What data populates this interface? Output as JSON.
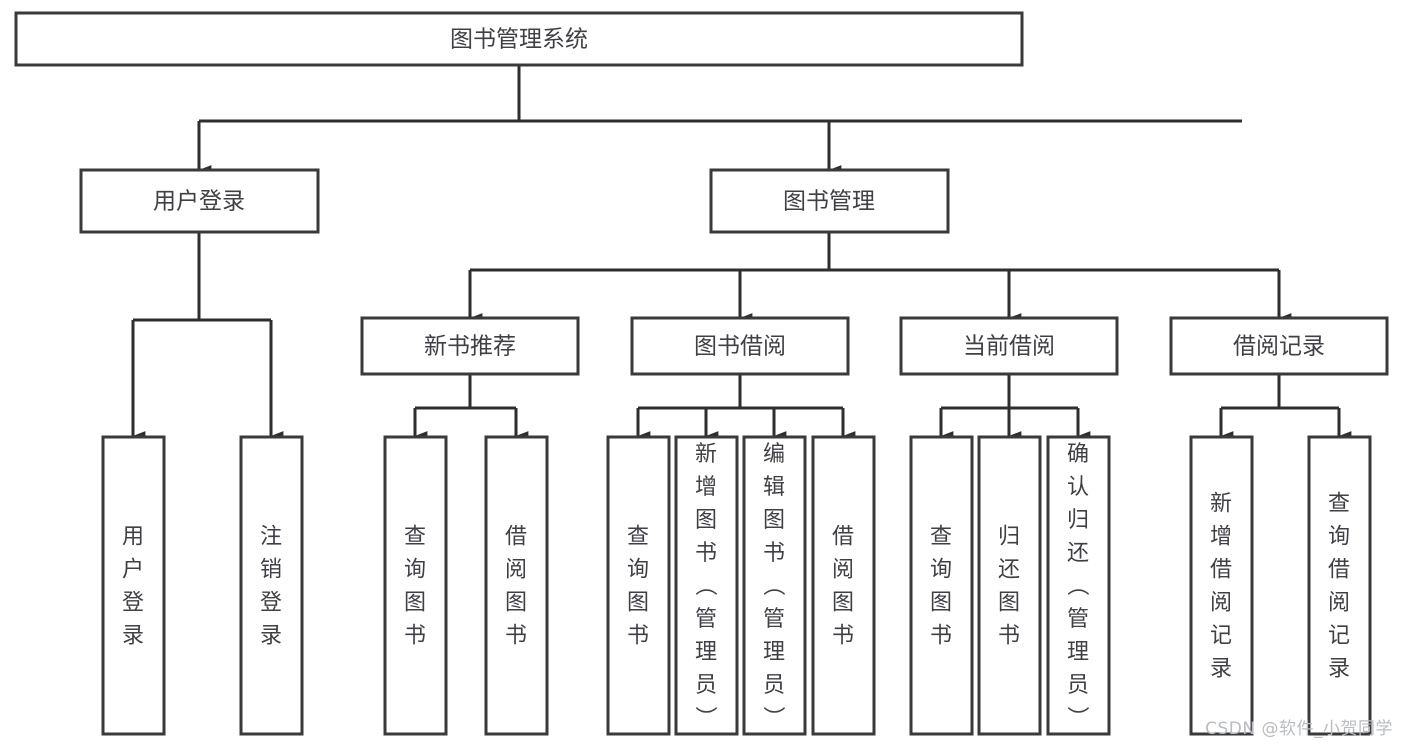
{
  "diagram": {
    "title_node": {
      "label": "图书管理系统"
    },
    "level2": [
      {
        "id": "user-login",
        "label": "用户登录"
      },
      {
        "id": "book-management",
        "label": "图书管理"
      }
    ],
    "level3": [
      {
        "id": "new-book-recommend",
        "label": "新书推荐"
      },
      {
        "id": "book-borrow",
        "label": "图书借阅"
      },
      {
        "id": "current-borrow",
        "label": "当前借阅"
      },
      {
        "id": "borrow-record",
        "label": "借阅记录"
      }
    ],
    "leaves": [
      {
        "id": "leaf-user-login",
        "label": "用户登录"
      },
      {
        "id": "leaf-logout-login",
        "label": "注销登录"
      },
      {
        "id": "leaf-query-book-1",
        "label": "查询图书"
      },
      {
        "id": "leaf-borrow-book-1",
        "label": "借阅图书"
      },
      {
        "id": "leaf-query-book-2",
        "label": "查询图书"
      },
      {
        "id": "leaf-add-book-admin",
        "label": "新增图书（管理员）"
      },
      {
        "id": "leaf-edit-book-admin",
        "label": "编辑图书（管理员）"
      },
      {
        "id": "leaf-borrow-book-2",
        "label": "借阅图书"
      },
      {
        "id": "leaf-query-book-3",
        "label": "查询图书"
      },
      {
        "id": "leaf-return-book",
        "label": "归还图书"
      },
      {
        "id": "leaf-confirm-return-admin",
        "label": "确认归还（管理员）"
      },
      {
        "id": "leaf-add-borrow-record",
        "label": "新增借阅记录"
      },
      {
        "id": "leaf-query-borrow-record",
        "label": "查询借阅记录"
      }
    ],
    "colors": {
      "box_stroke": "#3a3a3a",
      "box_fill": "#ffffff",
      "connector": "#2e2e2e",
      "text": "#3f3f46",
      "background": "#ffffff",
      "watermark": "#b9bcc2"
    }
  },
  "watermark": {
    "text": "CSDN @软件_小贺同学"
  }
}
